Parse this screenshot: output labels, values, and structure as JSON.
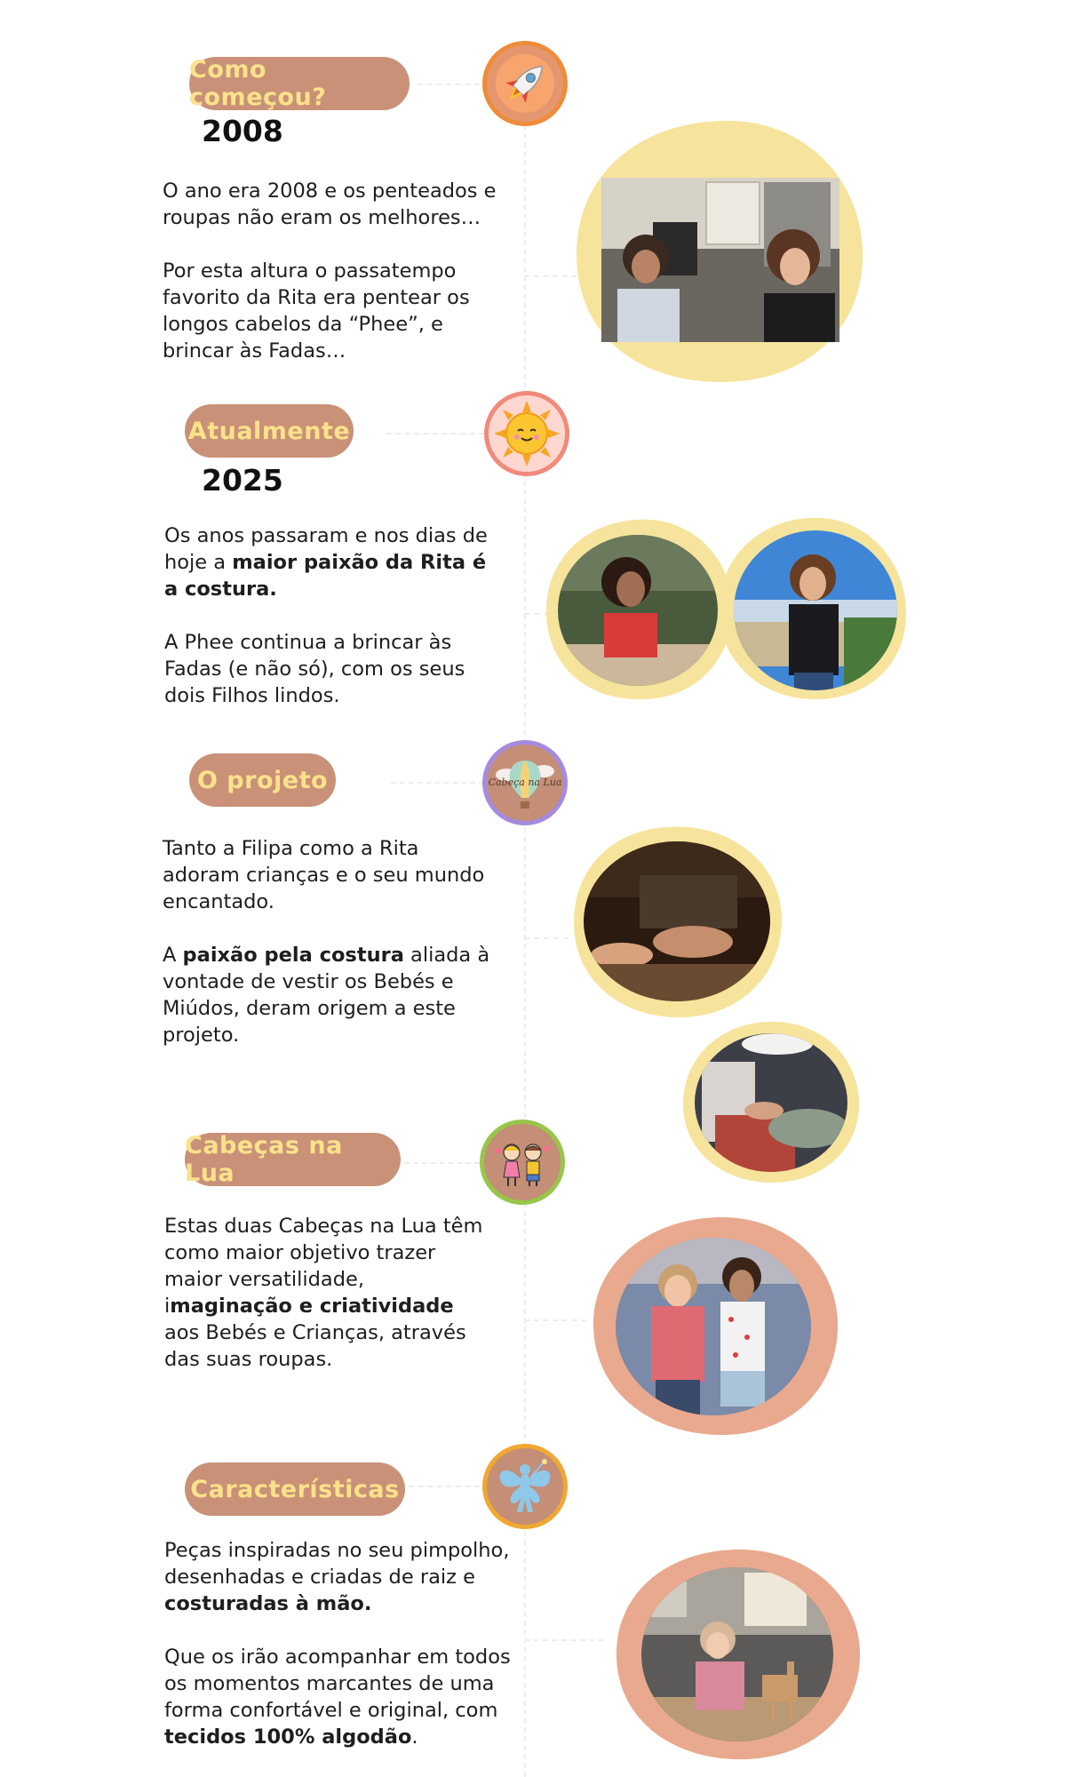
{
  "colors": {
    "pill_bg": "#c99178",
    "pill_text": "#fbe28a",
    "blob_yellow": "#f6e49c",
    "blob_peach": "#e9a98e"
  },
  "sections": [
    {
      "pill": "Como começou?",
      "year": "2008",
      "icon": "rocket-icon",
      "paragraphs": [
        "O ano era 2008 e os penteados e roupas não eram os melhores…",
        "Por esta altura o passatempo favorito da Rita era pentear os longos cabelos da “Phee”, e brincar às Fadas…"
      ]
    },
    {
      "pill": "Atualmente",
      "year": "2025",
      "icon": "sun-icon",
      "p1_pre": "Os anos passaram e nos dias de hoje a ",
      "p1_bold": "maior paixão da Rita é a costura.",
      "p2": "A Phee continua a brincar às Fadas (e não só), com os seus dois Filhos lindos."
    },
    {
      "pill": "O projeto",
      "icon": "balloon-logo-icon",
      "logo_text": "Cabeça na Lua",
      "p1": "Tanto a Filipa como a Rita adoram crianças e o seu mundo encantado.",
      "p2_pre": "A ",
      "p2_bold": "paixão pela costura",
      "p2_post": " aliada à vontade de vestir os Bebés e Miúdos, deram origem a este projeto."
    },
    {
      "pill": "Cabeças na Lua",
      "icon": "kids-icon",
      "p1_pre": "Estas duas Cabeças na Lua têm como maior objetivo trazer maior versatilidade, i",
      "p1_bold": "maginação e criatividade",
      "p1_post": " aos Bebés e Crianças, através das suas roupas."
    },
    {
      "pill": "Características",
      "icon": "fairy-icon",
      "p1_pre": "Peças inspiradas no seu pimpolho, desenhadas e criadas de raiz e ",
      "p1_bold": "costuradas à mão.",
      "p2_pre": "Que os irão acompanhar em todos os momentos marcantes de uma forma confortável e original, com ",
      "p2_bold": "tecidos 100% algodão",
      "p2_post": "."
    }
  ]
}
